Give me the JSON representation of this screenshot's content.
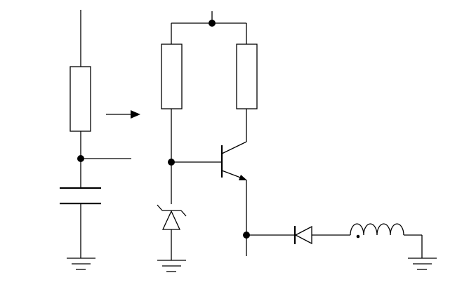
{
  "diagram": {
    "kind": "circuit-schematic",
    "line_color": "#000000",
    "background_color": "#ffffff",
    "components": [
      {
        "name": "resistor",
        "count": 3
      },
      {
        "name": "capacitor",
        "count": 1
      },
      {
        "name": "zener-diode",
        "count": 1
      },
      {
        "name": "npn-transistor",
        "count": 1
      },
      {
        "name": "diode",
        "count": 1
      },
      {
        "name": "inductor",
        "count": 1
      },
      {
        "name": "ground",
        "count": 3
      },
      {
        "name": "junction-dot",
        "count": 5
      },
      {
        "name": "arrow",
        "count": 1
      }
    ]
  }
}
